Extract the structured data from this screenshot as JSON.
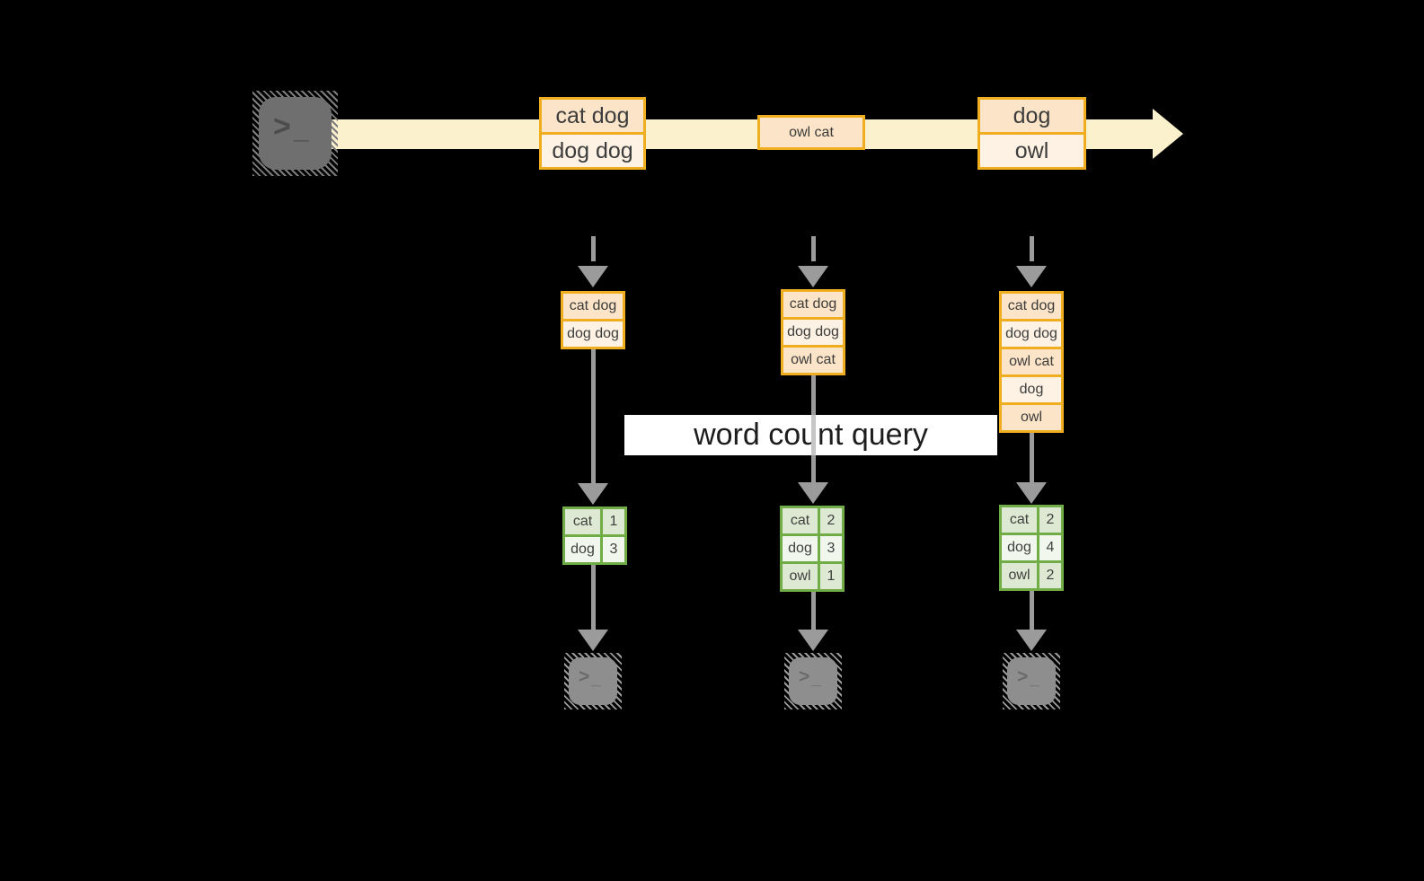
{
  "colors": {
    "background": "#000000",
    "stream_band": "#fcf1cd",
    "box_border_orange": "#efae1f",
    "box_fill_peach": "#fbe4c7",
    "box_fill_cream": "#fdf2e3",
    "table_border_green": "#70ad47",
    "table_fill_green": "#dde9d2",
    "table_fill_light": "#f2f7ed",
    "arrow_gray": "#9b9b9b",
    "terminal_dark_gray": "#6f6f6f",
    "terminal_light_gray": "#8e8e8e",
    "label_background": "#ffffff",
    "text_dark": "#3c3c3c"
  },
  "icons": {
    "terminal_prompt": ">",
    "terminal_cursor": "_"
  },
  "query_label": "word count query",
  "stream": {
    "batches": [
      {
        "lines": [
          "cat dog",
          "dog dog"
        ]
      },
      {
        "lines": [
          "owl cat"
        ]
      },
      {
        "lines": [
          "dog",
          "owl"
        ]
      }
    ]
  },
  "columns": [
    {
      "micro_batch": [
        "cat dog",
        "dog dog"
      ],
      "counts": [
        {
          "word": "cat",
          "value": "1"
        },
        {
          "word": "dog",
          "value": "3"
        }
      ]
    },
    {
      "micro_batch": [
        "cat dog",
        "dog dog",
        "owl cat"
      ],
      "counts": [
        {
          "word": "cat",
          "value": "2"
        },
        {
          "word": "dog",
          "value": "3"
        },
        {
          "word": "owl",
          "value": "1"
        }
      ]
    },
    {
      "micro_batch": [
        "cat dog",
        "dog dog",
        "owl cat",
        "dog",
        "owl"
      ],
      "counts": [
        {
          "word": "cat",
          "value": "2"
        },
        {
          "word": "dog",
          "value": "4"
        },
        {
          "word": "owl",
          "value": "2"
        }
      ]
    }
  ]
}
